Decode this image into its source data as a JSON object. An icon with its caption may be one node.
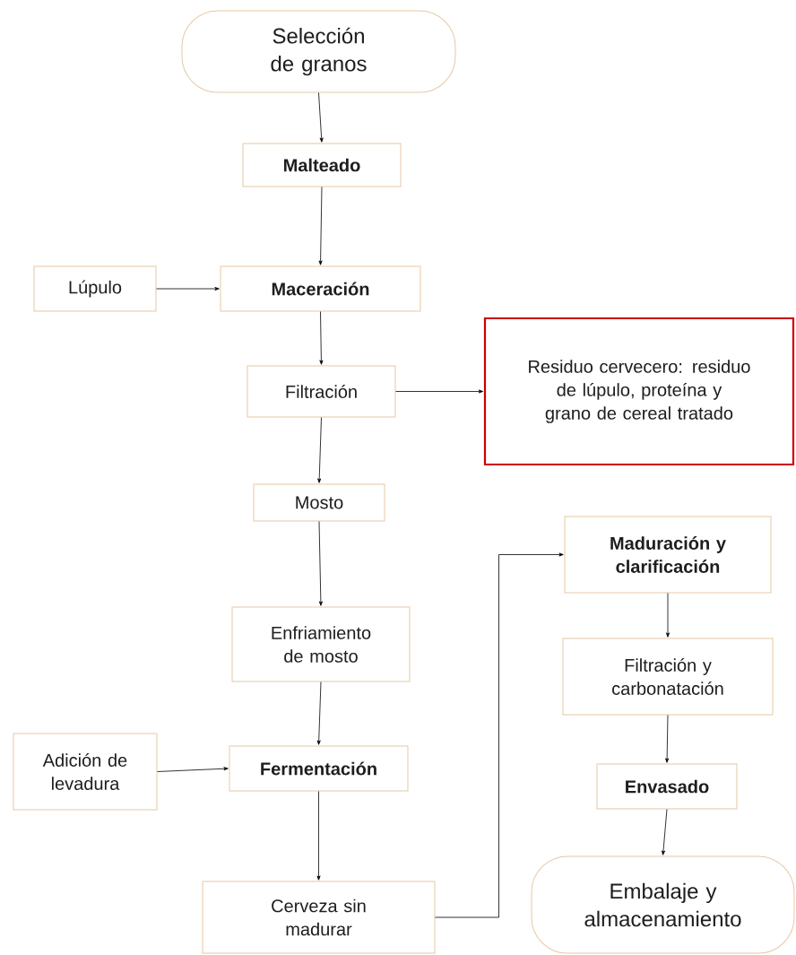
{
  "diagram": {
    "nodes": [
      {
        "text": [
          "Selección de granos"
        ]
      },
      {
        "text": [
          "Malteado"
        ]
      },
      {
        "text": [
          "Lúpulo"
        ]
      },
      {
        "text": [
          "Maceración"
        ]
      },
      {
        "text": [
          "Filtración"
        ]
      },
      {
        "text": [
          "Residuo cervecero: residuo de lúpulo, proteína y grano de cereal tratado"
        ]
      },
      {
        "text": [
          "Mosto"
        ]
      },
      {
        "text": [
          "Enfriamiento de mosto"
        ]
      },
      {
        "text": [
          "Adición de levadura"
        ]
      },
      {
        "text": [
          "Fermentación"
        ]
      },
      {
        "text": [
          "Cerveza sin madurar"
        ]
      },
      {
        "text": [
          "Maduración y clarificación"
        ]
      },
      {
        "text": [
          "Filtración y carbonatación"
        ]
      },
      {
        "text": [
          "Envasado"
        ]
      },
      {
        "text": [
          "Embalaje y almacenamiento"
        ]
      }
    ],
    "edges": [
      {
        "from": 0,
        "to": 1,
        "arrow": "to"
      },
      {
        "from": 1,
        "to": 3,
        "arrow": "to"
      },
      {
        "from": 2,
        "to": 3,
        "arrow": "to"
      },
      {
        "from": 3,
        "to": 4,
        "arrow": "to"
      },
      {
        "from": 4,
        "to": 5,
        "arrow": "to"
      },
      {
        "from": 4,
        "to": 6,
        "arrow": "to"
      },
      {
        "from": 6,
        "to": 7,
        "arrow": "to"
      },
      {
        "from": 7,
        "to": 9,
        "arrow": "to"
      },
      {
        "from": 8,
        "to": 9,
        "arrow": "to"
      },
      {
        "from": 9,
        "to": 10,
        "arrow": "to"
      },
      {
        "from": 10,
        "to": 11,
        "arrow": "to"
      },
      {
        "from": 11,
        "to": 12,
        "arrow": "to"
      },
      {
        "from": 12,
        "to": 13,
        "arrow": "to"
      },
      {
        "from": 13,
        "to": 14,
        "arrow": "to"
      }
    ]
  }
}
